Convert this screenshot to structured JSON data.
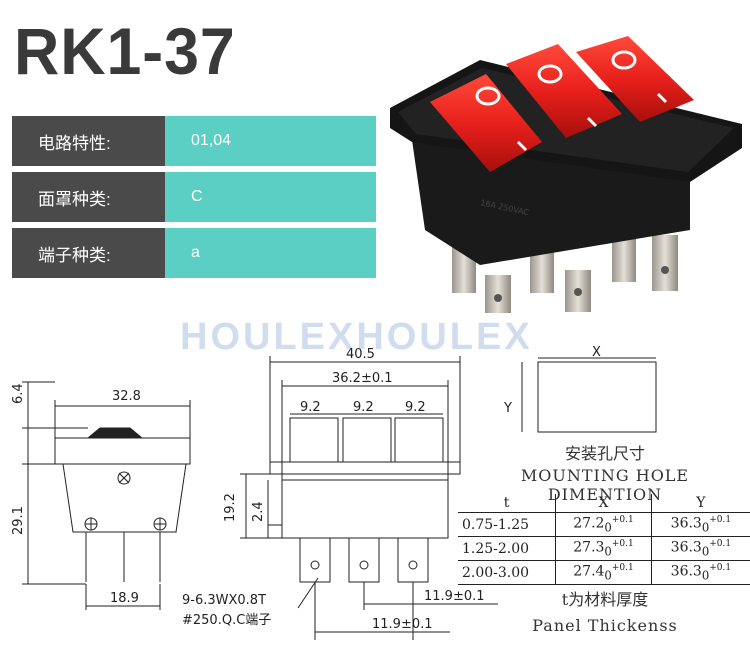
{
  "model": "RK1-37",
  "specs": [
    {
      "label": "电路特性:",
      "value": "01,04"
    },
    {
      "label": "面罩种类:",
      "value": "C"
    },
    {
      "label": "端子种类:",
      "value": "a"
    }
  ],
  "watermark": "HOULEXHOULEX",
  "drawing": {
    "side": {
      "dim_top": "6.4",
      "dim_width": "32.8",
      "dim_height": "29.1",
      "dim_bottom": "18.9"
    },
    "front": {
      "dim_overall": "40.5",
      "dim_inner": "36.2±0.1",
      "dim_pitch": [
        "9.2",
        "9.2",
        "9.2"
      ],
      "dim_height": "19.2",
      "dim_gap": "2.4",
      "terminal_spec": "9-6.3WX0.8T",
      "terminal_type": "#250.Q.C端子",
      "dim_right1": "11.9±0.1",
      "dim_right2": "11.9±0.1"
    },
    "hole": {
      "label_x": "X",
      "label_y": "Y"
    }
  },
  "mounting": {
    "title_cn": "安装孔尺寸",
    "title_en": "MOUNTING HOLE DIMENTION",
    "headers": [
      "t",
      "X",
      "Y"
    ],
    "rows": [
      {
        "t": "0.75-1.25",
        "x": "27.2",
        "y": "36.3"
      },
      {
        "t": "1.25-2.00",
        "x": "27.3",
        "y": "36.3"
      },
      {
        "t": "2.00-3.00",
        "x": "27.4",
        "y": "36.3"
      }
    ],
    "tolerance_sub": "0",
    "tolerance_sup": "+0.1"
  },
  "panel": {
    "cn": "t为材料厚度",
    "en": "Panel Thickenss"
  },
  "switch_photo": {
    "rocker_color": "#e8201c",
    "body_color": "#111111",
    "terminal_color": "#c8c4bc",
    "rocker_marks": [
      "O",
      "I"
    ]
  }
}
